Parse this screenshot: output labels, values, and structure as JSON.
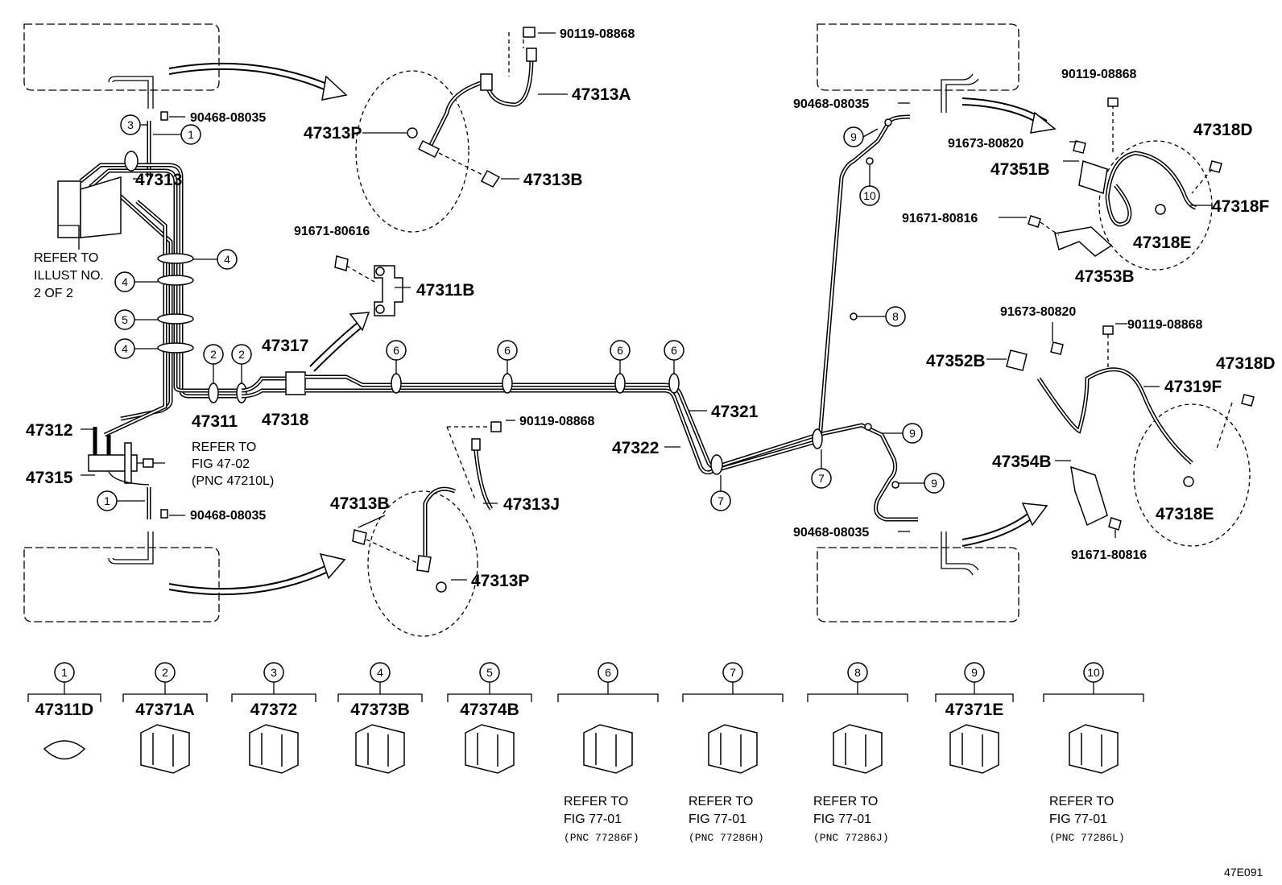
{
  "title": "",
  "figure_code": "47E091",
  "callouts": {
    "p_90119_08868_a": "90119-08868",
    "p_47313A": "47313A",
    "p_47313P_a": "47313P",
    "p_47313B_a": "47313B",
    "p_90468_08035_a": "90468-08035",
    "p_47313": "47313",
    "p_91671_80616": "91671-80616",
    "p_47311B": "47311B",
    "p_47317": "47317",
    "p_47318": "47318",
    "p_47311": "47311",
    "p_47312": "47312",
    "p_47315": "47315",
    "p_90468_08035_b": "90468-08035",
    "p_90119_08868_b": "90119-08868",
    "p_47313B_b": "47313B",
    "p_47313J": "47313J",
    "p_47313P_b": "47313P",
    "p_47321": "47321",
    "p_47322": "47322",
    "p_90468_08035_c": "90468-08035",
    "p_90468_08035_d": "90468-08035",
    "p_90119_08868_c": "90119-08868",
    "p_91673_80820_a": "91673-80820",
    "p_47351B": "47351B",
    "p_47318D_a": "47318D",
    "p_47318F": "47318F",
    "p_91671_80816_a": "91671-80816",
    "p_47318E_a": "47318E",
    "p_47353B": "47353B",
    "p_91673_80820_b": "91673-80820",
    "p_90119_08868_d": "90119-08868",
    "p_47352B": "47352B",
    "p_47318D_b": "47318D",
    "p_47319F": "47319F",
    "p_47354B": "47354B",
    "p_47318E_b": "47318E",
    "p_91671_80816_b": "91671-80816"
  },
  "notes": {
    "illust_line1": "REFER TO",
    "illust_line2": "ILLUST NO.",
    "illust_line3": "2 OF 2",
    "fig4702_line1": "REFER TO",
    "fig4702_line2": "FIG 47-02",
    "fig4702_line3": "(PNC 47210L)"
  },
  "legend": [
    {
      "num": "1",
      "part": "47311D",
      "ref1": "",
      "ref2": "",
      "ref3": ""
    },
    {
      "num": "2",
      "part": "47371A",
      "ref1": "",
      "ref2": "",
      "ref3": ""
    },
    {
      "num": "3",
      "part": "47372",
      "ref1": "",
      "ref2": "",
      "ref3": ""
    },
    {
      "num": "4",
      "part": "47373B",
      "ref1": "",
      "ref2": "",
      "ref3": ""
    },
    {
      "num": "5",
      "part": "47374B",
      "ref1": "",
      "ref2": "",
      "ref3": ""
    },
    {
      "num": "6",
      "part": "",
      "ref1": "REFER TO",
      "ref2": "FIG 77-01",
      "ref3": "(PNC 77286F)"
    },
    {
      "num": "7",
      "part": "",
      "ref1": "REFER TO",
      "ref2": "FIG 77-01",
      "ref3": "(PNC 77286H)"
    },
    {
      "num": "8",
      "part": "",
      "ref1": "REFER TO",
      "ref2": "FIG 77-01",
      "ref3": "(PNC 77286J)"
    },
    {
      "num": "9",
      "part": "47371E",
      "ref1": "",
      "ref2": "",
      "ref3": ""
    },
    {
      "num": "10",
      "part": "",
      "ref1": "REFER TO",
      "ref2": "FIG 77-01",
      "ref3": "(PNC 77286L)"
    }
  ],
  "circle_markers": {
    "c1": "1",
    "c2": "2",
    "c3": "3",
    "c4": "4",
    "c5": "5",
    "c6": "6",
    "c7": "7",
    "c8": "8",
    "c9": "9",
    "c10": "10"
  }
}
